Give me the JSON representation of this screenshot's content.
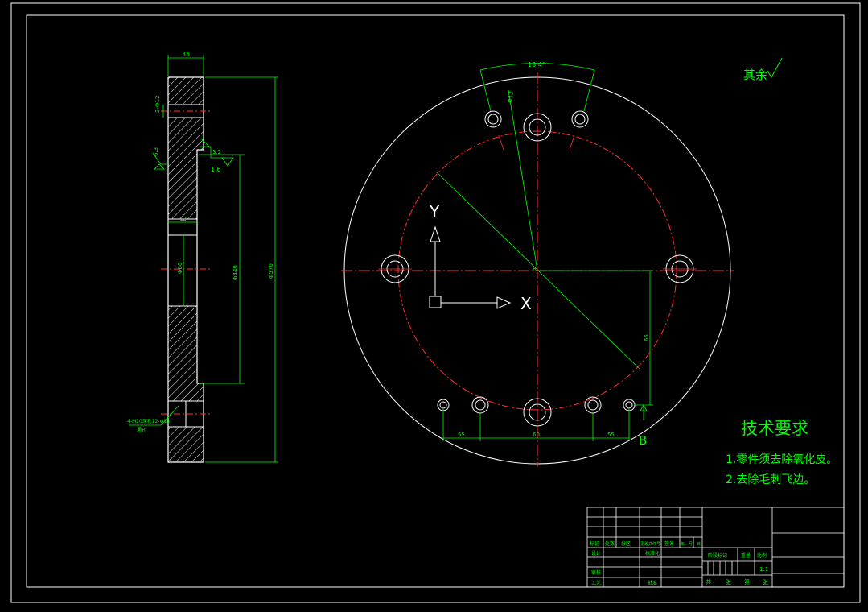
{
  "dims": {
    "top_width": "35",
    "bore_hole": "2-Φ12",
    "roughness_left": "6.3",
    "roughness_right": "3.2",
    "flatness": "1.6",
    "step": "12",
    "center_dia": "Φ60",
    "inner_dia": "Φ440",
    "outer_dia": "Φ570",
    "side_hole_note": "4-M10深孔12-Φ16",
    "side_hole_note2": "通孔",
    "arc_angle": "18.4°",
    "hole_dia": "Φ12",
    "center_mark": "R",
    "vertical_dim": "65",
    "bottom_left": "55",
    "bottom_mid": "60",
    "bottom_right": "55"
  },
  "axes": {
    "y": "Y",
    "x": "X"
  },
  "datum": "B",
  "roughness_note": "其余",
  "tech_requirements": {
    "title": "技术要求",
    "items": [
      "1.零件须去除氧化皮。",
      "2.去除毛刺飞边。"
    ]
  },
  "title_block": {
    "row_labels": [
      "标记",
      "处数",
      "分区",
      "更改文件号",
      "签名",
      "年、月、日"
    ],
    "design": "设计",
    "standardize": "标准化",
    "check": "审核",
    "process": "工艺",
    "approve": "批准",
    "stage_mark": "阶段标记",
    "weight": "重量",
    "scale": "比例",
    "scale_value": "1:1",
    "sheet_labels": [
      "共",
      "张",
      "第",
      "张"
    ]
  }
}
